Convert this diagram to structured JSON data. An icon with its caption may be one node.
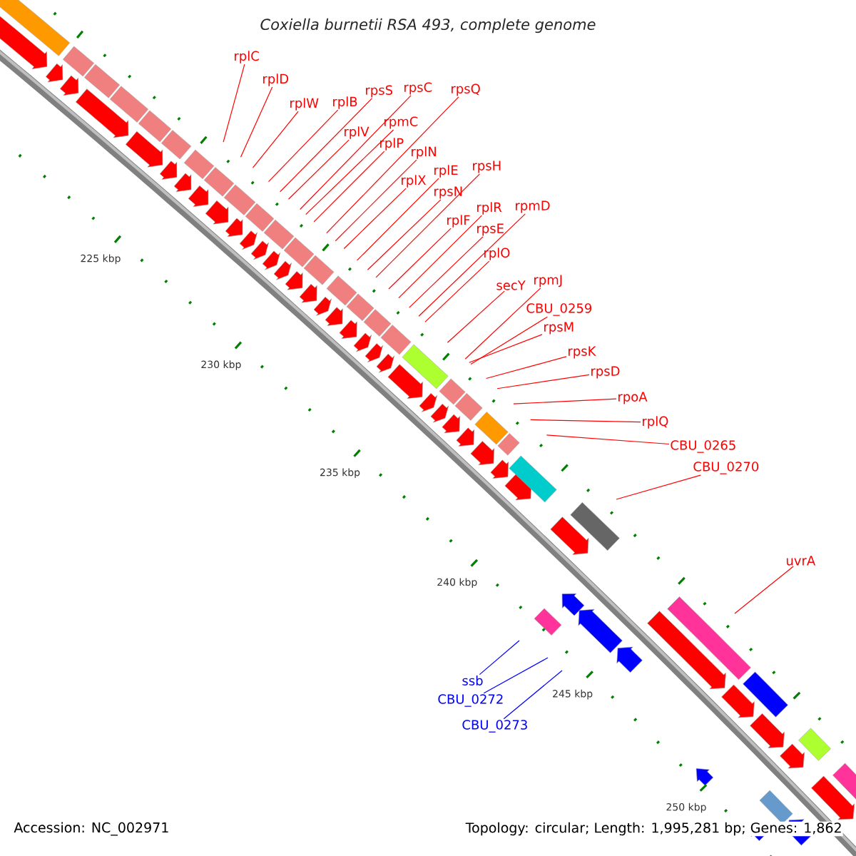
{
  "diagram": {
    "title": "Coxiella burnetii RSA 493, complete genome",
    "nodes": [
      {
        "text": [
          "rplC"
        ]
      },
      {
        "text": [
          "rplD"
        ]
      },
      {
        "text": [
          "rplW"
        ]
      },
      {
        "text": [
          "rplB"
        ]
      },
      {
        "text": [
          "rpsS"
        ]
      },
      {
        "text": [
          "rpsC"
        ]
      },
      {
        "text": [
          "rpsQ"
        ]
      },
      {
        "text": [
          "rplV"
        ]
      },
      {
        "text": [
          "rpmC"
        ]
      },
      {
        "text": [
          "rplP"
        ]
      },
      {
        "text": [
          "rplN"
        ]
      },
      {
        "text": [
          "rplX"
        ]
      },
      {
        "text": [
          "rplE"
        ]
      },
      {
        "text": [
          "rpsH"
        ]
      },
      {
        "text": [
          "rpsN"
        ]
      },
      {
        "text": [
          "rplF"
        ]
      },
      {
        "text": [
          "rplR"
        ]
      },
      {
        "text": [
          "rpmD"
        ]
      },
      {
        "text": [
          "rpsE"
        ]
      },
      {
        "text": [
          "rplO"
        ]
      },
      {
        "text": [
          "secY"
        ]
      },
      {
        "text": [
          "rpmJ"
        ]
      },
      {
        "text": [
          "CBU_0259"
        ]
      },
      {
        "text": [
          "rpsM"
        ]
      },
      {
        "text": [
          "rpsK"
        ]
      },
      {
        "text": [
          "rpsD"
        ]
      },
      {
        "text": [
          "rpoA"
        ]
      },
      {
        "text": [
          "rplQ"
        ]
      },
      {
        "text": [
          "CBU_0265"
        ]
      },
      {
        "text": [
          "CBU_0270"
        ]
      },
      {
        "text": [
          "uvrA"
        ]
      },
      {
        "text": [
          "ssb"
        ]
      },
      {
        "text": [
          "CBU_0272"
        ]
      },
      {
        "text": [
          "CBU_0273"
        ]
      }
    ],
    "edges": [
      {
        "from": 0,
        "to": null,
        "arrow": "none"
      },
      {
        "from": 1,
        "to": null,
        "arrow": "none"
      },
      {
        "from": 2,
        "to": null,
        "arrow": "none"
      },
      {
        "from": 3,
        "to": null,
        "arrow": "none"
      },
      {
        "from": 4,
        "to": null,
        "arrow": "none"
      },
      {
        "from": 5,
        "to": null,
        "arrow": "none"
      },
      {
        "from": 6,
        "to": null,
        "arrow": "none"
      },
      {
        "from": 7,
        "to": null,
        "arrow": "none"
      },
      {
        "from": 8,
        "to": null,
        "arrow": "none"
      },
      {
        "from": 9,
        "to": null,
        "arrow": "none"
      },
      {
        "from": 10,
        "to": null,
        "arrow": "none"
      },
      {
        "from": 11,
        "to": null,
        "arrow": "none"
      },
      {
        "from": 12,
        "to": null,
        "arrow": "none"
      },
      {
        "from": 13,
        "to": null,
        "arrow": "none"
      },
      {
        "from": 14,
        "to": null,
        "arrow": "none"
      },
      {
        "from": 15,
        "to": null,
        "arrow": "none"
      },
      {
        "from": 16,
        "to": null,
        "arrow": "none"
      },
      {
        "from": 17,
        "to": null,
        "arrow": "none"
      },
      {
        "from": 18,
        "to": null,
        "arrow": "none"
      },
      {
        "from": 19,
        "to": null,
        "arrow": "none"
      },
      {
        "from": 20,
        "to": null,
        "arrow": "none"
      },
      {
        "from": 21,
        "to": null,
        "arrow": "none"
      },
      {
        "from": 22,
        "to": null,
        "arrow": "none"
      },
      {
        "from": 23,
        "to": null,
        "arrow": "none"
      },
      {
        "from": 24,
        "to": null,
        "arrow": "none"
      },
      {
        "from": 25,
        "to": null,
        "arrow": "none"
      },
      {
        "from": 26,
        "to": null,
        "arrow": "none"
      },
      {
        "from": 27,
        "to": null,
        "arrow": "none"
      },
      {
        "from": 28,
        "to": null,
        "arrow": "none"
      },
      {
        "from": 29,
        "to": null,
        "arrow": "none"
      },
      {
        "from": 30,
        "to": null,
        "arrow": "none"
      },
      {
        "from": 31,
        "to": null,
        "arrow": "none",
        "color": "#0000ff"
      },
      {
        "from": 32,
        "to": null,
        "arrow": "none",
        "color": "#0000ff"
      },
      {
        "from": 33,
        "to": null,
        "arrow": "none",
        "color": "#0000ff"
      }
    ],
    "labels": [
      "225 kbp",
      "230 kbp",
      "235 kbp",
      "240 kbp",
      "245 kbp",
      "250 kbp",
      "Accession: NC_002971",
      "Topology: circular; Length: 1,995,281 bp; Genes: 1,862"
    ]
  }
}
